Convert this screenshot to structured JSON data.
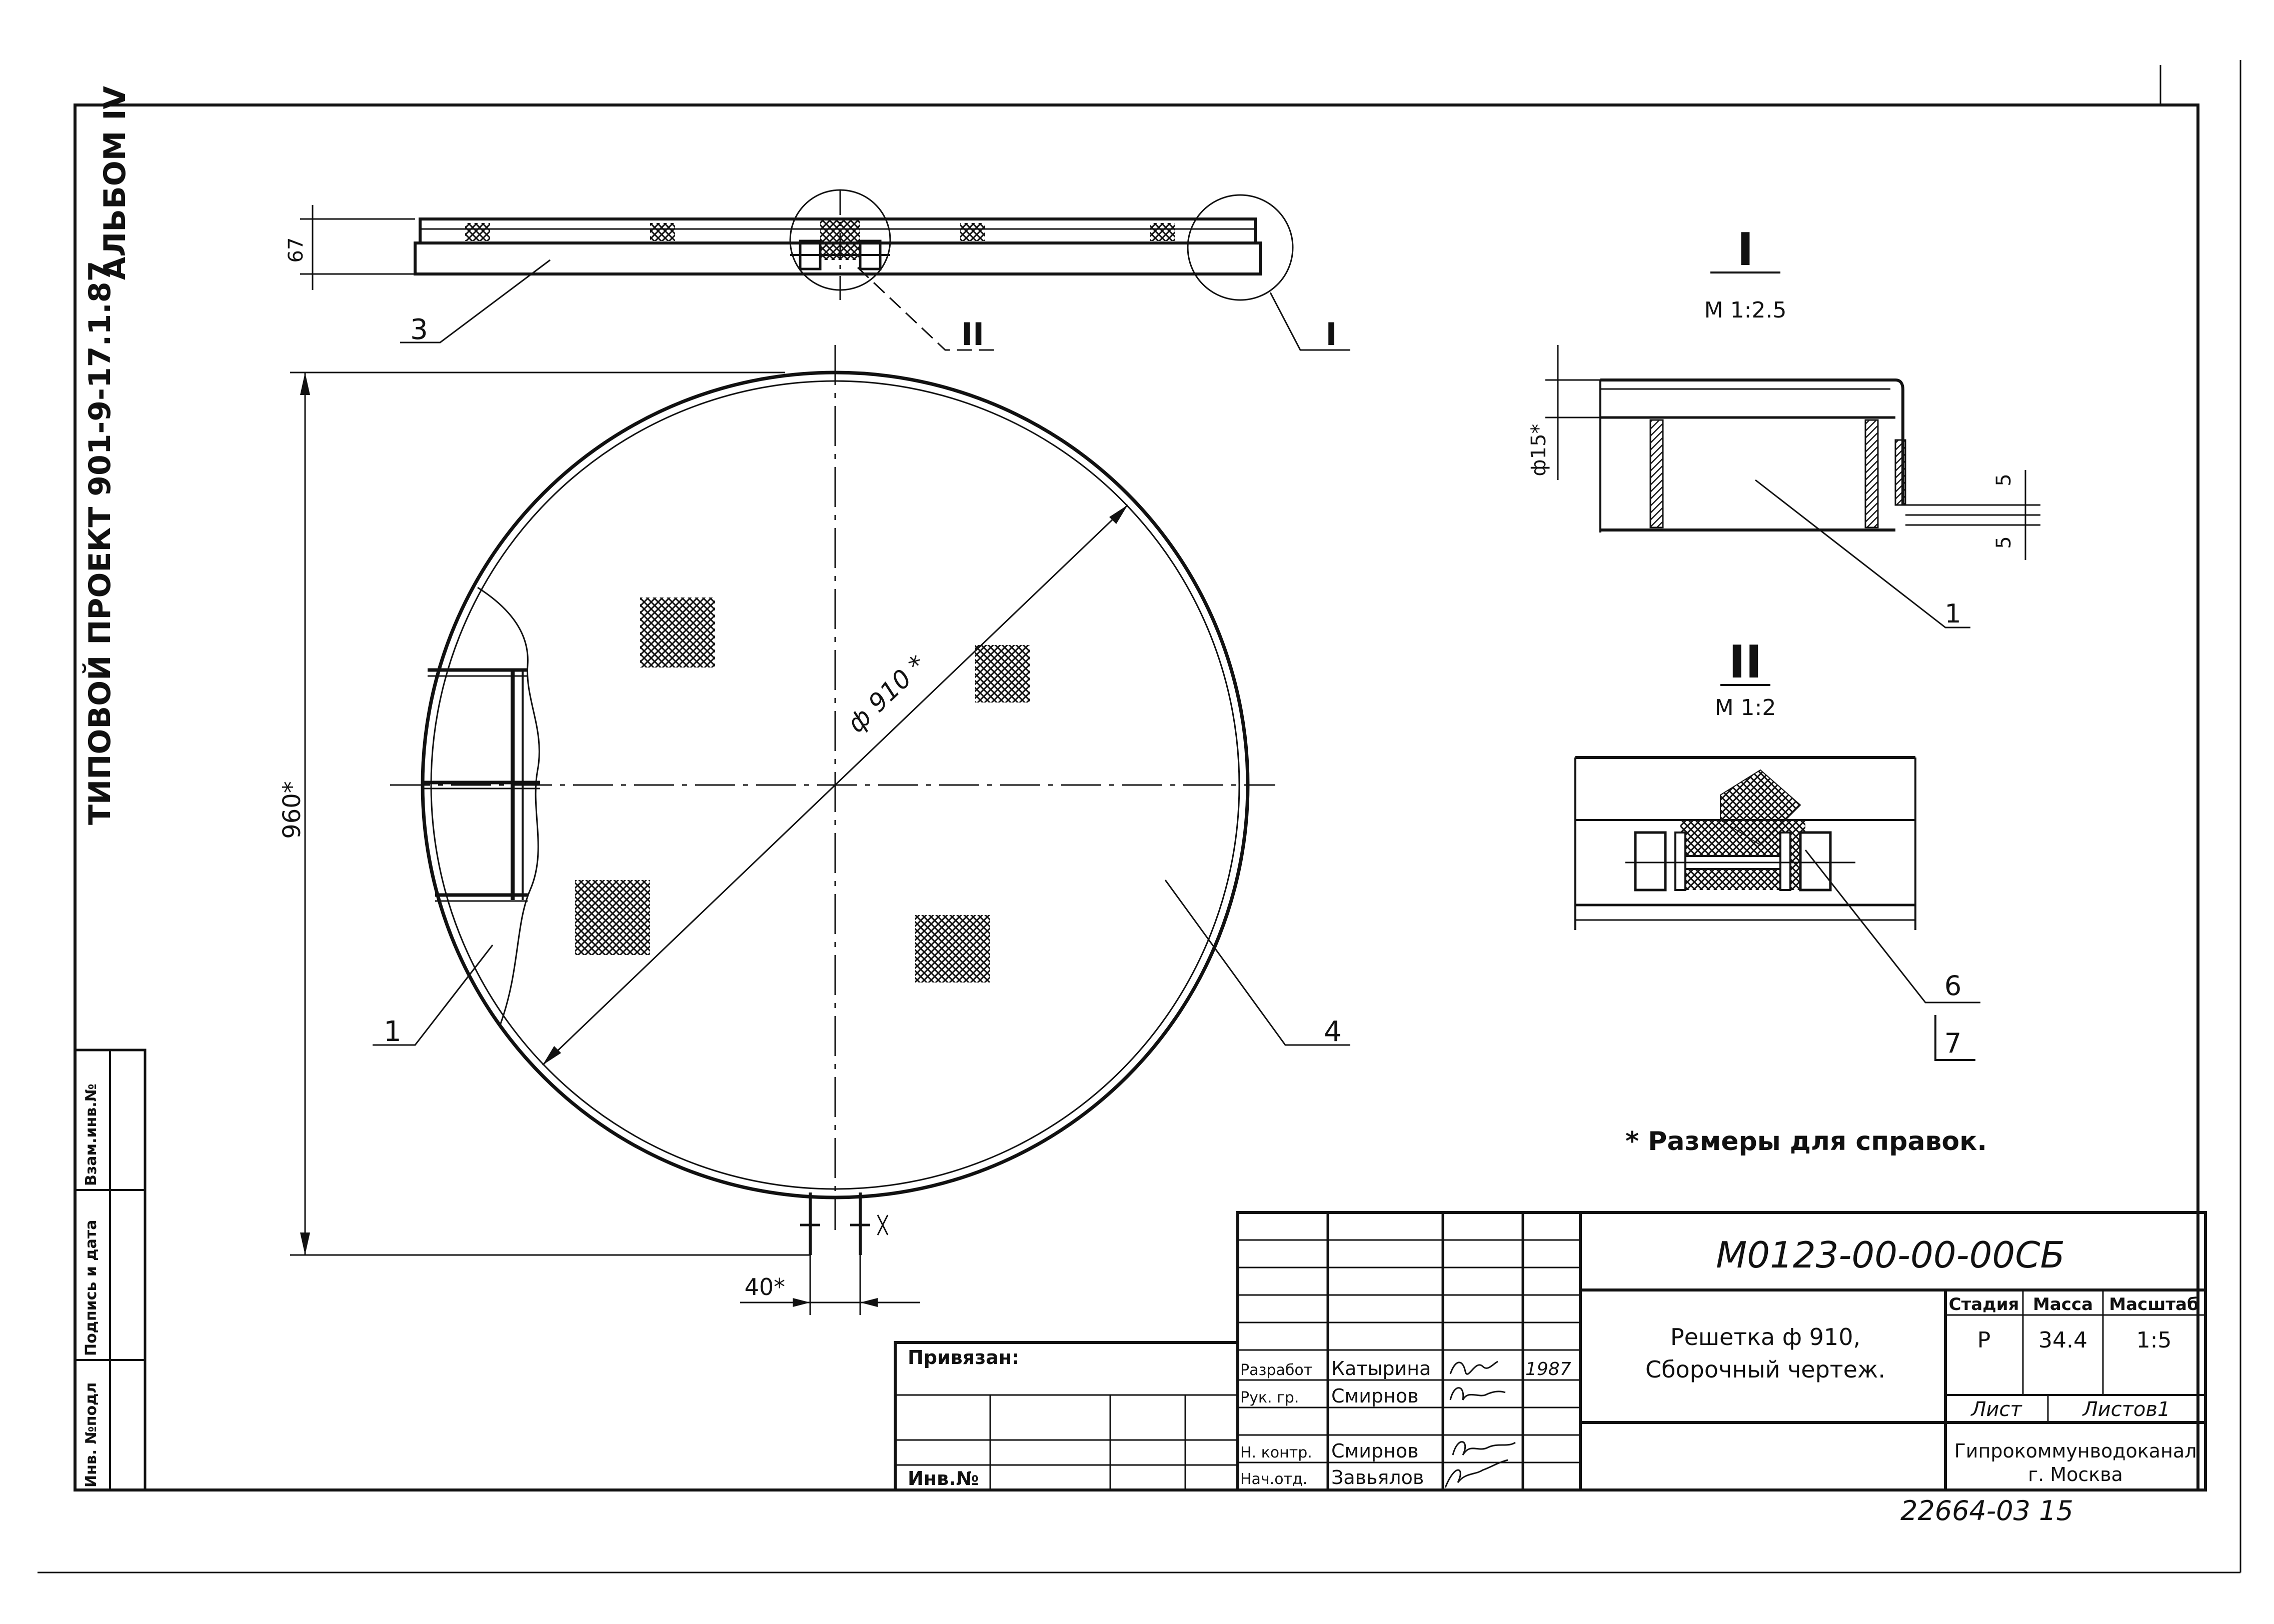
{
  "margin_texts": {
    "album": "АЛЬБОМ IV",
    "project": "ТИПОВОЙ ПРОЕКТ 901-9-17.1.87"
  },
  "margin_stamp": {
    "cells": [
      "Инв. №подл",
      "Подпись и дата",
      "Взам.инв.№"
    ]
  },
  "top_view": {
    "dim_height": "67",
    "callout_3": "3",
    "callout_II": "II",
    "callout_I": "I"
  },
  "plan_view": {
    "dim_height": "960*",
    "dim_diameter": "ф 910 *",
    "dim_tab": "40*",
    "callout_1": "1",
    "callout_4": "4"
  },
  "detail_I": {
    "label": "I",
    "scale": "М 1:2.5",
    "dim_15": "ф15*",
    "dim_5a": "5",
    "dim_5b": "5",
    "callout_1": "1"
  },
  "detail_II": {
    "label": "II",
    "scale": "М 1:2",
    "callout_6": "6",
    "callout_7": "7"
  },
  "note": "* Размеры для справок.",
  "title_block": {
    "designation": "М0123-00-00-00СБ",
    "name_line1": "Решетка ф 910,",
    "name_line2": "Сборочный чертеж.",
    "col_stage": "Стадия",
    "col_mass": "Масса",
    "col_scale": "Масштаб",
    "stage": "Р",
    "mass": "34.4",
    "scale": "1:5",
    "sheet": "Лист",
    "sheets": "Листов1",
    "org_line1": "Гипрокоммунводоканал",
    "org_line2": "г. Москва",
    "linked": "Привязан:",
    "inv_no": "Инв.№",
    "roles": [
      {
        "role": "Разработ",
        "name": "Катырина",
        "year": "1987"
      },
      {
        "role": "Рук. гр.",
        "name": "Смирнов",
        "year": ""
      },
      {
        "role": "Н. контр.",
        "name": "Смирнов",
        "year": ""
      },
      {
        "role": "Нач.отд.",
        "name": "Завьялов",
        "year": ""
      }
    ]
  },
  "sheet_number": "22664-03  15"
}
